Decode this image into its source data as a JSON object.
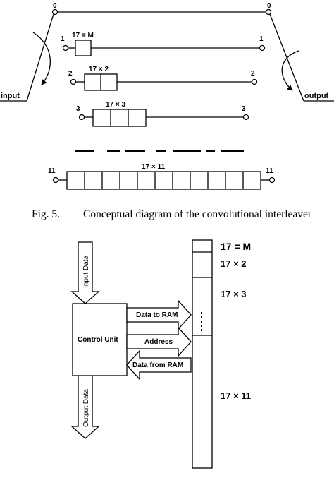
{
  "figure5": {
    "input_label": "input",
    "output_label": "output",
    "branches": [
      {
        "index_left": "0",
        "index_right": "0",
        "delay_label": ""
      },
      {
        "index_left": "1",
        "index_right": "1",
        "delay_label": "17 = M"
      },
      {
        "index_left": "2",
        "index_right": "2",
        "delay_label": "17 × 2"
      },
      {
        "index_left": "3",
        "index_right": "3",
        "delay_label": "17 × 3"
      },
      {
        "index_left": "11",
        "index_right": "11",
        "delay_label": "17 × 11"
      }
    ],
    "caption_number": "Fig. 5.",
    "caption_text": "Conceptual diagram of the convolutional interleaver"
  },
  "figure6": {
    "input_data_label": "Input Data",
    "output_data_label": "Output Data",
    "control_unit_label": "Control Unit",
    "data_to_ram_label": "Data to RAM",
    "address_label": "Address",
    "data_from_ram_label": "Data from RAM",
    "ram_blocks": [
      {
        "label": "17 = M"
      },
      {
        "label": "17 × 2"
      },
      {
        "label": "17 × 3"
      },
      {
        "label": "17 × 11"
      }
    ]
  }
}
